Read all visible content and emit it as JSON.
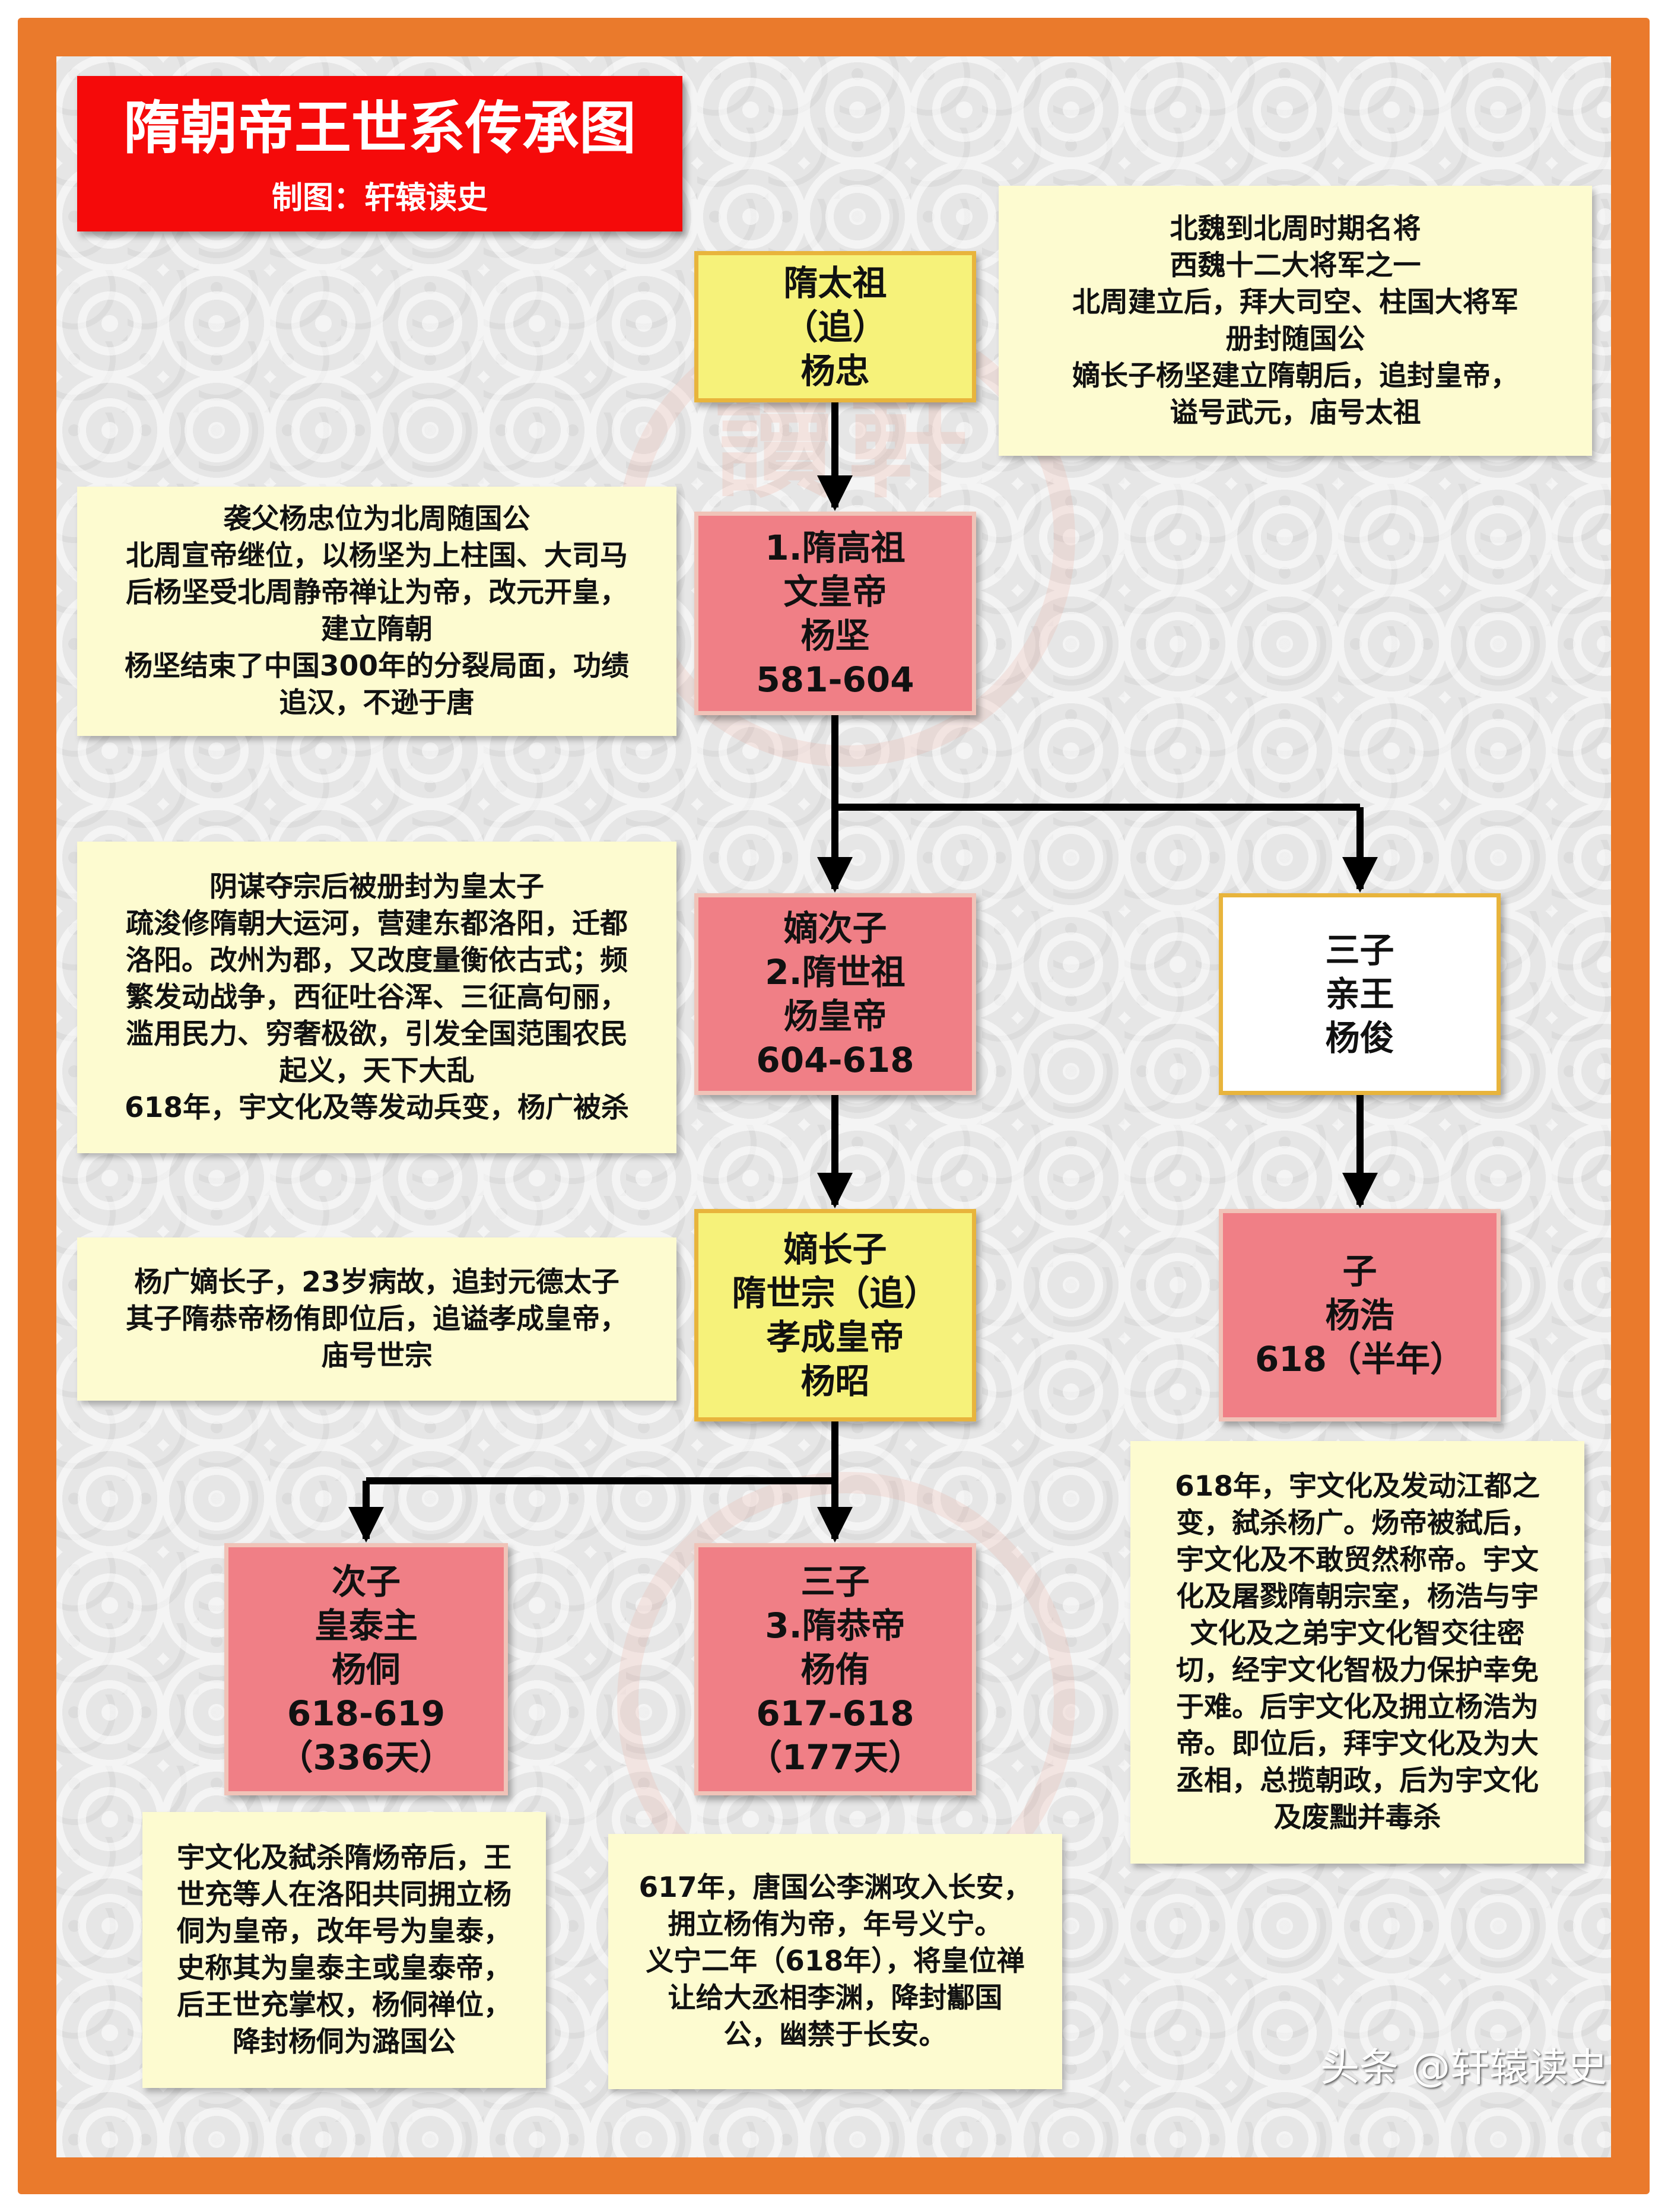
{
  "header": {
    "title": "隋朝帝王世系传承图",
    "subtitle": "制图：轩辕读史"
  },
  "stamp": {
    "chars": [
      "讀",
      "軒",
      "史",
      "轅"
    ]
  },
  "nodes": {
    "taizu": {
      "lines": [
        "隋太祖",
        "（追）",
        "杨忠"
      ]
    },
    "gaozu": {
      "lines": [
        "1.隋高祖",
        "文皇帝",
        "杨坚",
        "581-604"
      ]
    },
    "shizu": {
      "lines": [
        "嫡次子",
        "2.隋世祖",
        "炀皇帝",
        "604-618"
      ]
    },
    "yangjun": {
      "lines": [
        "三子",
        "亲王",
        "杨俊"
      ]
    },
    "shizong": {
      "lines": [
        "嫡长子",
        "隋世宗（追）",
        "孝成皇帝",
        "杨昭"
      ]
    },
    "yanghao": {
      "lines": [
        "子",
        "杨浩",
        "618（半年）"
      ]
    },
    "yangtong": {
      "lines": [
        "次子",
        "皇泰主",
        "杨侗",
        "618-619",
        "（336天）"
      ]
    },
    "gongdi": {
      "lines": [
        "三子",
        "3.隋恭帝",
        "杨侑",
        "617-618",
        "（177天）"
      ]
    }
  },
  "notes": {
    "taizu": [
      "北魏到北周时期名将",
      "西魏十二大将军之一",
      "北周建立后，拜大司空、柱国大将军",
      "册封随国公",
      "嫡长子杨坚建立隋朝后，追封皇帝，",
      "谥号武元，庙号太祖"
    ],
    "gaozu": [
      "袭父杨忠位为北周随国公",
      "北周宣帝继位，以杨坚为上柱国、大司马",
      "后杨坚受北周静帝禅让为帝，改元开皇，",
      "建立隋朝",
      "杨坚结束了中国300年的分裂局面，功绩",
      "追汉，不逊于唐"
    ],
    "shizu": [
      "阴谋夺宗后被册封为皇太子",
      "疏浚修隋朝大运河，营建东都洛阳，迁都",
      "洛阳。改州为郡，又改度量衡依古式；频",
      "繁发动战争，西征吐谷浑、三征高句丽，",
      "滥用民力、穷奢极欲，引发全国范围农民",
      "起义，天下大乱",
      "618年，宇文化及等发动兵变，杨广被杀"
    ],
    "shizong": [
      "杨广嫡长子，23岁病故，追封元德太子",
      "其子隋恭帝杨侑即位后，追谥孝成皇帝，",
      "庙号世宗"
    ],
    "yanghao": [
      "618年，宇文化及发动江都之",
      "变，弑杀杨广。炀帝被弑后，",
      "宇文化及不敢贸然称帝。宇文",
      "化及屠戮隋朝宗室，杨浩与宇",
      "文化及之弟宇文化智交往密",
      "切，经宇文化智极力保护幸免",
      "于难。后宇文化及拥立杨浩为",
      "帝。即位后，拜宇文化及为大",
      "丞相，总揽朝政，后为宇文化",
      "及废黜并毒杀"
    ],
    "yangtong": [
      "宇文化及弑杀隋炀帝后，王",
      "世充等人在洛阳共同拥立杨",
      "侗为皇帝，改年号为皇泰，",
      "史称其为皇泰主或皇泰帝，",
      "后王世充掌权，杨侗禅位，",
      "降封杨侗为潞国公"
    ],
    "gongdi": [
      "617年，唐国公李渊攻入长安，",
      "拥立杨侑为帝，年号义宁。",
      "义宁二年（618年），将皇位禅",
      "让给大丞相李渊，降封酅国",
      "公，幽禁于长安。"
    ]
  },
  "watermark": "头条 @轩辕读史"
}
